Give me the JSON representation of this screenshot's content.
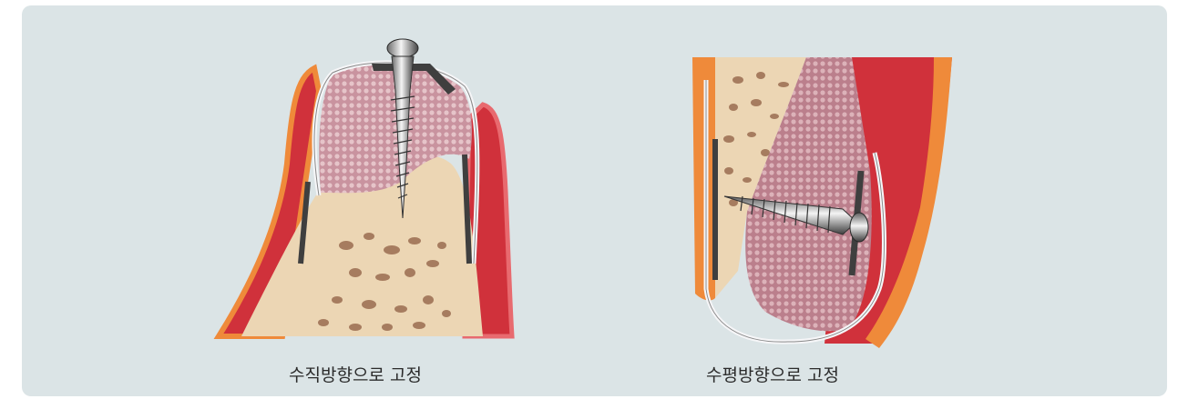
{
  "figures": [
    {
      "caption": "수직방향으로 고정",
      "screw_orientation": "vertical"
    },
    {
      "caption": "수평방향으로 고정",
      "screw_orientation": "horizontal"
    }
  ],
  "colors": {
    "panel_background": "#dbe4e6",
    "gum": "#d0313b",
    "gum_edge": "#ef8a3a",
    "bone": "#ecd6b4",
    "graft": "#b98592",
    "membrane": "#f6f6f8",
    "screw": "#d9d9d9"
  }
}
